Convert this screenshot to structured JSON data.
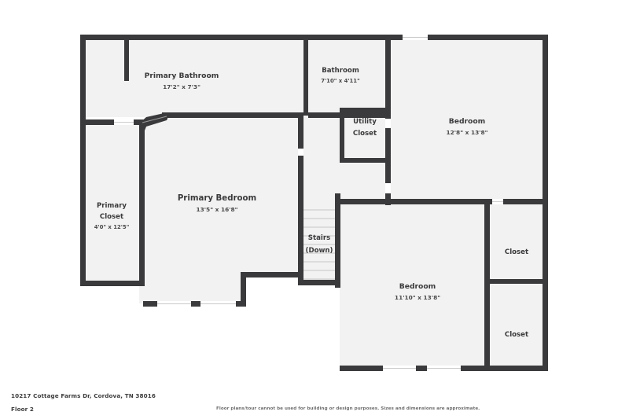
{
  "page": {
    "background_color": "#ffffff",
    "wall_color": "#3a3a3c",
    "room_fill_color": "#f2f2f2",
    "text_color": "#3a3a3c"
  },
  "footer": {
    "address": "10217 Cottage Farms Dr, Cordova, TN 38016",
    "floor": "Floor 2",
    "disclaimer": "Floor plans/tour cannot be used for building or design purposes. Sizes and dimensions are approximate."
  },
  "rooms": [
    {
      "id": "primary-bathroom",
      "name": "Primary Bathroom",
      "dimensions": "17'2\" x 7'3\""
    },
    {
      "id": "bathroom",
      "name": "Bathroom",
      "dimensions": "7'10\" x 4'11\""
    },
    {
      "id": "utility-closet",
      "name": "Utility",
      "name2": "Closet",
      "dimensions": ""
    },
    {
      "id": "bedroom-upper",
      "name": "Bedroom",
      "dimensions": "12'8\" x 13'8\""
    },
    {
      "id": "primary-bedroom",
      "name": "Primary Bedroom",
      "dimensions": "13'5\" x 16'8\""
    },
    {
      "id": "primary-closet",
      "name": "Primary",
      "name2": "Closet",
      "dimensions": "4'0\" x 12'5\""
    },
    {
      "id": "stairs",
      "name": "Stairs",
      "name2": "(Down)",
      "dimensions": ""
    },
    {
      "id": "bedroom-lower",
      "name": "Bedroom",
      "dimensions": "11'10\" x 13'8\""
    },
    {
      "id": "closet-upper",
      "name": "Closet",
      "dimensions": ""
    },
    {
      "id": "closet-lower",
      "name": "Closet",
      "dimensions": ""
    }
  ]
}
